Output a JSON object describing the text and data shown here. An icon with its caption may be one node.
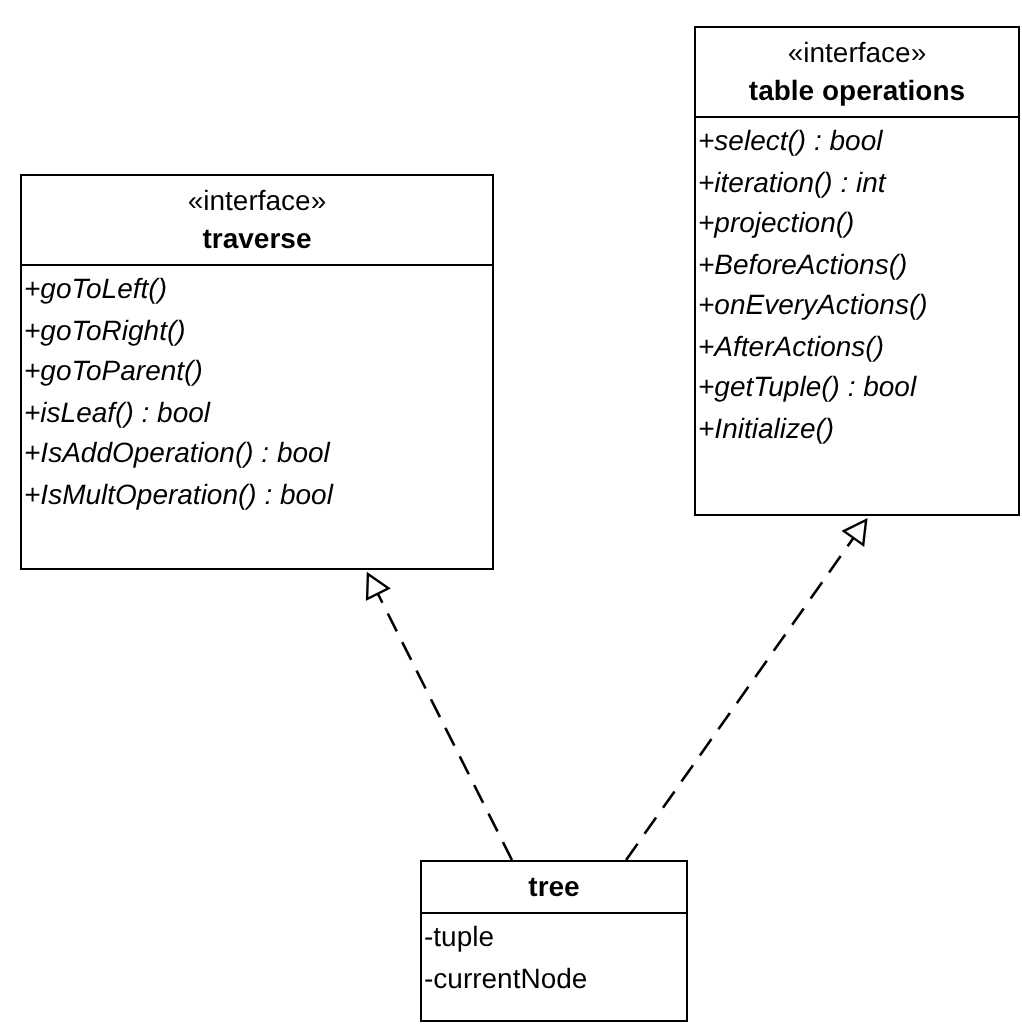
{
  "diagram": {
    "nodes": [
      {
        "text": [
          "«interface»",
          "traverse",
          "+goToLeft()",
          "+goToRight()",
          "+goToParent()",
          "+isLeaf() : bool",
          "+IsAddOperation() : bool",
          "+IsMultOperation() : bool"
        ]
      },
      {
        "text": [
          "«interface»",
          "table operations",
          "+select() : bool",
          "+iteration() : int",
          "+projection()",
          "+BeforeActions()",
          "+onEveryActions()",
          "+AfterActions()",
          "+getTuple() : bool",
          "+Initialize()"
        ]
      },
      {
        "text": [
          "tree",
          "-tuple",
          "-currentNode"
        ]
      }
    ],
    "edges": [
      {
        "from": 2,
        "to": 0,
        "arrow": "to",
        "style": "dashed"
      },
      {
        "from": 2,
        "to": 1,
        "arrow": "to",
        "style": "dashed"
      }
    ]
  }
}
